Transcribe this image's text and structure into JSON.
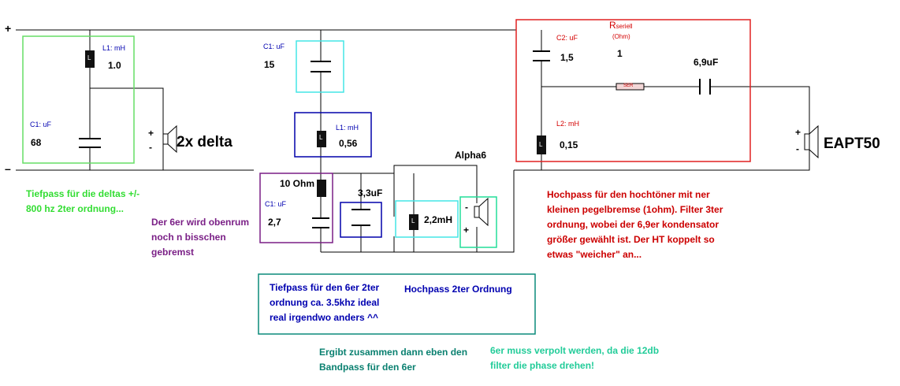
{
  "colors": {
    "wire": "#000000",
    "lowpass_box": "#66dd66",
    "cap_box": "#44e6e6",
    "inductor_box": "#0000aa",
    "resistor_box": "#7a1f86",
    "highpass_box": "#e02020",
    "note_box": "#0a8a7a",
    "speaker_box": "#22dd99"
  },
  "rails": {
    "plus": "+",
    "minus": "–"
  },
  "lowpass_section": {
    "inductor": {
      "symbol": "L",
      "label": "L1: mH",
      "value": "1.0"
    },
    "capacitor": {
      "label": "C1: uF",
      "value": "68"
    },
    "speaker": {
      "label": "2x delta",
      "plus": "+",
      "minus": "-"
    },
    "note": "Tiefpass für die deltas +/- 800 hz 2ter ordnung..."
  },
  "midrange_section": {
    "capacitor": {
      "label": "C1: uF",
      "value": "15"
    },
    "inductor": {
      "symbol": "L",
      "label": "L1: mH",
      "value": "0,56"
    },
    "resistor": {
      "label": "10 Ohm"
    },
    "shunt_capacitor": {
      "label": "C1: uF",
      "value": "2,7"
    },
    "parallel_capacitor": {
      "label": "3,3uF"
    },
    "parallel_inductor": {
      "symbol": "L",
      "label": "2,2mH"
    },
    "speaker": {
      "label": "Alpha6",
      "plus": "+",
      "minus": "-"
    },
    "note_brake": "Der 6er wird obenrum noch n bisschen gebremst",
    "note_lowpass": "Tiefpass für den 6er 2ter ordnung ca. 3.5khz ideal real irgendwo anders ^^",
    "note_highpass": "Hochpass 2ter Ordnung",
    "note_bandpass": "Ergibt zusammen dann eben den Bandpass für den 6er",
    "note_polarity": "6er muss verpolt werden, da die 12db filter die phase drehen!"
  },
  "tweeter_section": {
    "capacitor": {
      "label": "C2: uF",
      "value": "1,5"
    },
    "resistor_header": {
      "prefix": "R",
      "suffix": "seriell",
      "unit": "(Ohm)",
      "value": "1",
      "symbol": "SER"
    },
    "series_capacitor": {
      "label": "6,9uF"
    },
    "inductor": {
      "symbol": "L",
      "label": "L2: mH",
      "value": "0,15"
    },
    "speaker": {
      "label": "EAPT50",
      "plus": "+",
      "minus": "-"
    },
    "note": "Hochpass für den hochtöner mit ner kleinen pegelbremse (1ohm). Filter 3ter ordnung, wobei der 6,9er kondensator größer gewählt ist. Der HT koppelt so etwas \"weicher\" an..."
  }
}
